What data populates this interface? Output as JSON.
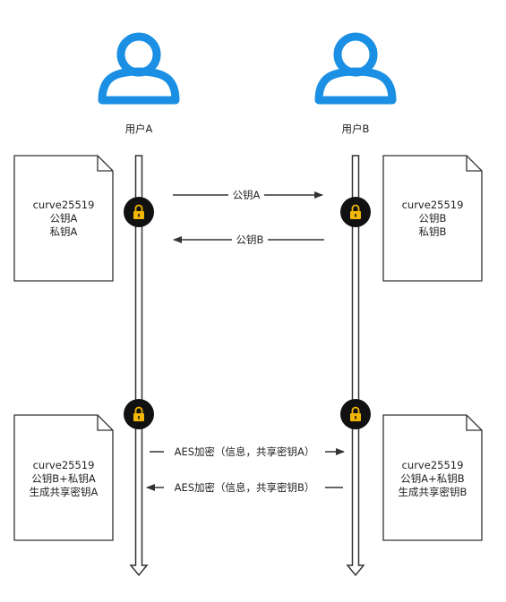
{
  "colors": {
    "user_icon": "#1a8fe3",
    "lock_circle": "#111111",
    "lock_body": "#f2b705",
    "stroke": "#333333"
  },
  "users": [
    {
      "label": "用户A",
      "icon": "user-icon"
    },
    {
      "label": "用户B",
      "icon": "user-icon"
    }
  ],
  "documents": {
    "a_top": [
      "curve25519",
      "公钥A",
      "私钥A"
    ],
    "b_top": [
      "curve25519",
      "公钥B",
      "私钥B"
    ],
    "a_bottom": [
      "curve25519",
      "公钥B+私钥A",
      "生成共享密钥A"
    ],
    "b_bottom": [
      "curve25519",
      "公钥A+私钥B",
      "生成共享密钥B"
    ]
  },
  "messages": [
    {
      "label": "公钥A",
      "direction": "A→B"
    },
    {
      "label": "公钥B",
      "direction": "B→A"
    },
    {
      "label": "AES加密（信息，共享密钥A）",
      "direction": "A→B"
    },
    {
      "label": "AES加密（信息，共享密钥B）",
      "direction": "B→A"
    }
  ]
}
